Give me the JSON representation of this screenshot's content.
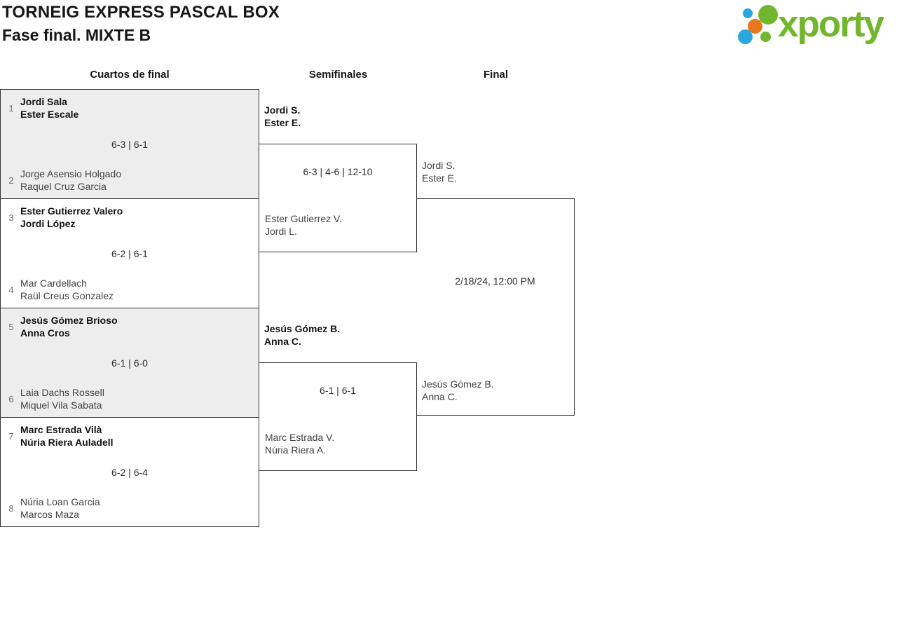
{
  "header": {
    "title": "TORNEIG EXPRESS PASCAL BOX",
    "subtitle": "Fase final. MIXTE B",
    "logo_text": "xporty"
  },
  "rounds": [
    "Cuartos de final",
    "Semifinales",
    "Final"
  ],
  "bracket": {
    "quarterfinals": [
      {
        "seed_top": "1",
        "team_top": [
          "Jordi Sala",
          "Ester Escale"
        ],
        "score": "6-3 | 6-1",
        "seed_bottom": "2",
        "team_bottom": [
          "Jorge Asensio Holgado",
          "Raquel Cruz Garcia"
        ]
      },
      {
        "seed_top": "3",
        "team_top": [
          "Ester Gutierrez Valero",
          "Jordi López"
        ],
        "score": "6-2 | 6-1",
        "seed_bottom": "4",
        "team_bottom": [
          "Mar Cardellach",
          "Raül Creus Gonzalez"
        ]
      },
      {
        "seed_top": "5",
        "team_top": [
          "Jesús Gómez Brioso",
          "Anna Cros"
        ],
        "score": "6-1 | 6-0",
        "seed_bottom": "6",
        "team_bottom": [
          "Laia Dachs Rossell",
          "Miquel Vila Sabata"
        ]
      },
      {
        "seed_top": "7",
        "team_top": [
          "Marc Estrada Vilà",
          "Núria Riera Auladell"
        ],
        "score": "6-2 | 6-4",
        "seed_bottom": "8",
        "team_bottom": [
          "Núria Loan Garcia",
          "Marcos Maza"
        ]
      }
    ],
    "semifinals": [
      {
        "team_top": [
          "Jordi S.",
          "Ester E."
        ],
        "score": "6-3 | 4-6 | 12-10",
        "team_bottom": [
          "Ester Gutierrez V.",
          "Jordi L."
        ]
      },
      {
        "team_top": [
          "Jesús Gómez B.",
          "Anna C."
        ],
        "score": "6-1 | 6-1",
        "team_bottom": [
          "Marc Estrada V.",
          "Núria Riera A."
        ]
      }
    ],
    "final": {
      "team_top": [
        "Jordi S.",
        "Ester E."
      ],
      "schedule": "2/18/24, 12:00 PM",
      "team_bottom": [
        "Jesús Gómez B.",
        "Anna C."
      ]
    }
  },
  "colors": {
    "brand_green": "#71b62c",
    "brand_blue": "#29a8e0",
    "brand_orange": "#e8781f",
    "box_alt_bg": "#ededed",
    "border": "#333333"
  }
}
